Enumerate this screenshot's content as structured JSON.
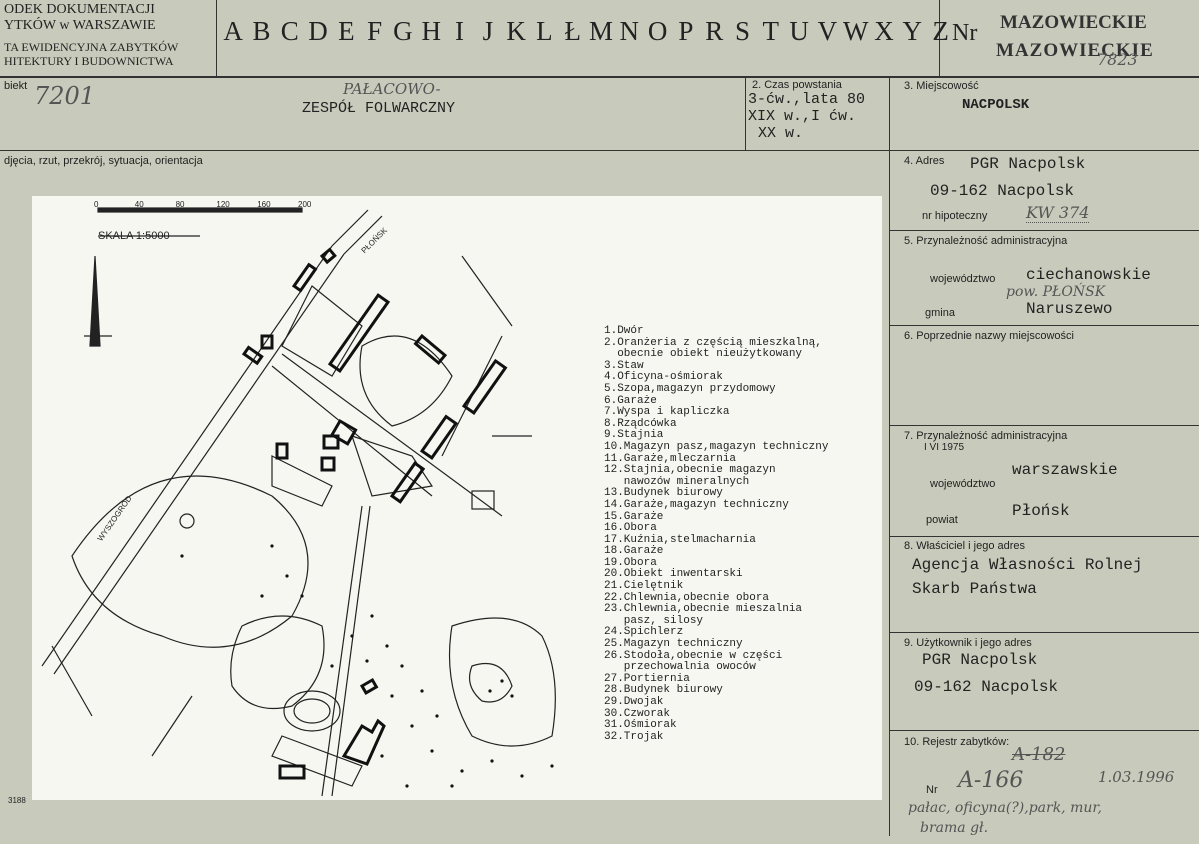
{
  "header": {
    "org_line1": "ODEK DOKUMENTACJI",
    "org_line2": "YTKÓW w WARSZAWIE",
    "org_line3": "TA EWIDENCYJNA ZABYTKÓW",
    "org_line4": "HITEKTURY I BUDOWNICTWA",
    "alphabet": [
      "A",
      "B",
      "C",
      "D",
      "E",
      "F",
      "G",
      "H",
      "I",
      "J",
      "K",
      "L",
      "Ł",
      "M",
      "N",
      "O",
      "P",
      "R",
      "S",
      "T",
      "U",
      "V",
      "W",
      "X",
      "Y",
      "Z"
    ],
    "nr_label": "Nr",
    "stamp1": "MAZOWIECKIE",
    "stamp2": "MAZOWIECKIE",
    "hand_number": "7823"
  },
  "row1": {
    "obiekt_label": "biekt",
    "hand_id": "7201",
    "hand_note": "PAŁACOWO-",
    "object_name": "ZESPÓŁ  FOLWARCZNY",
    "czas_label": "2. Czas powstania",
    "czas_line1": "3-ćw.,lata 80",
    "czas_line2": "XIX w.,I ćw.",
    "czas_line3": "XX w.",
    "miejscowosc_label": "3. Miejscowość",
    "miejscowosc_value": "NACPOLSK"
  },
  "photo_label": "djęcia, rzut, przekrój, sytuacja, orientacja",
  "map": {
    "scale_label": "SKALA 1:5000",
    "scale_ticks": [
      "0",
      "40",
      "80",
      "120",
      "160",
      "200"
    ],
    "road_north": "PŁOŃSK",
    "road_west": "WYSZOGRÓD",
    "legend": [
      "1.Dwór",
      "2.Oranżeria z częścią mieszkalną,",
      "  obecnie obiekt nieużytkowany",
      "3.Staw",
      "4.Oficyna-ośmiorak",
      "5.Szopa,magazyn przydomowy",
      "6.Garaże",
      "7.Wyspa i kapliczka",
      "8.Rządcówka",
      "9.Stajnia",
      "10.Magazyn pasz,magazyn techniczny",
      "11.Garaże,mleczarnia",
      "12.Stajnia,obecnie magazyn",
      "   nawozów mineralnych",
      "13.Budynek biurowy",
      "14.Garaże,magazyn techniczny",
      "15.Garaże",
      "16.Obora",
      "17.Kuźnia,stelmacharnia",
      "18.Garaże",
      "19.Obora",
      "20.Obiekt inwentarski",
      "21.Cielętnik",
      "22.Chlewnia,obecnie obora",
      "23.Chlewnia,obecnie mieszalnia",
      "   pasz, silosy",
      "24.Spichlerz",
      "25.Magazyn techniczny",
      "26.Stodoła,obecnie w części",
      "   przechowalnia owoców",
      "27.Portiernia",
      "28.Budynek biurowy",
      "29.Dwojak",
      "30.Czworak",
      "31.Ośmiorak",
      "32.Trojak"
    ]
  },
  "adres": {
    "label": "4. Adres",
    "line1": "PGR Nacpolsk",
    "line2": "09-162  Nacpolsk",
    "hip_label": "nr hipoteczny",
    "hip_value": "KW   374"
  },
  "admin": {
    "label": "5. Przynależność administracyjna",
    "woj_label": "województwo",
    "woj_value": "ciechanowskie",
    "hand_pow": "pow. PŁOŃSK",
    "gmina_label": "gmina",
    "gmina_value": "Naruszewo"
  },
  "prev_names": {
    "label": "6. Poprzednie nazwy miejscowości"
  },
  "admin1975": {
    "label": "7. Przynależność administracyjna",
    "sub": "I VI 1975",
    "woj_label": "województwo",
    "woj_value": "warszawskie",
    "powiat_label": "powiat",
    "powiat_value": "Płońsk"
  },
  "owner": {
    "label": "8. Właściciel i jego adres",
    "line1": "Agencja Własności Rolnej",
    "line2": "Skarb Państwa"
  },
  "user": {
    "label": "9. Użytkownik i jego adres",
    "line1": "PGR Nacpolsk",
    "line2": "09-162  Nacpolsk"
  },
  "registry": {
    "label": "10. Rejestr zabytków:",
    "hand_crossed": "A-182",
    "nr_label": "Nr",
    "hand_nr": "A-166",
    "hand_date": "1.03.1996",
    "hand_note1": "pałac, oficyna(?),park, mur,",
    "hand_note2": "brama gł."
  },
  "corner_code": "3188"
}
